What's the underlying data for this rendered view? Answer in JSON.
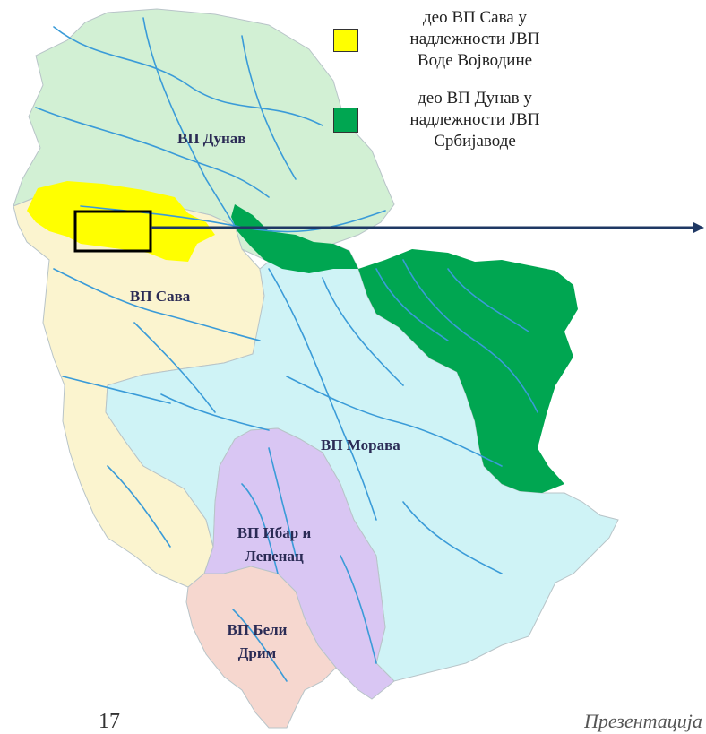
{
  "legend": [
    {
      "label": "део ВП Сава у\nнадлежности ЈВП\nВоде Војводине",
      "color": "#ffff00"
    },
    {
      "label": "део ВП Дунав у\nнадлежности ЈВП\nСрбијаводе",
      "color": "#00a651"
    }
  ],
  "regions": [
    {
      "id": "dunav",
      "label": "ВП Дунав",
      "color": "#d2f0d4"
    },
    {
      "id": "sava",
      "label": "ВП Сава",
      "color": "#fbf4cf"
    },
    {
      "id": "morava",
      "label": "ВП Морава",
      "color": "#cff3f6"
    },
    {
      "id": "ibar",
      "label": "ВП Ибар и\nЛепенац",
      "color": "#d9c6f3"
    },
    {
      "id": "drim",
      "label": "ВП Бели\nДрим",
      "color": "#f6d7cf"
    }
  ],
  "highlights": [
    {
      "id": "sava-vojvodina",
      "color": "#ffff00"
    },
    {
      "id": "dunav-srbijavode",
      "color": "#00a651"
    }
  ],
  "river_color": "#3a9bd8",
  "arrow_color": "#1f3864",
  "page_number": "17",
  "footer_text": "Презентација"
}
